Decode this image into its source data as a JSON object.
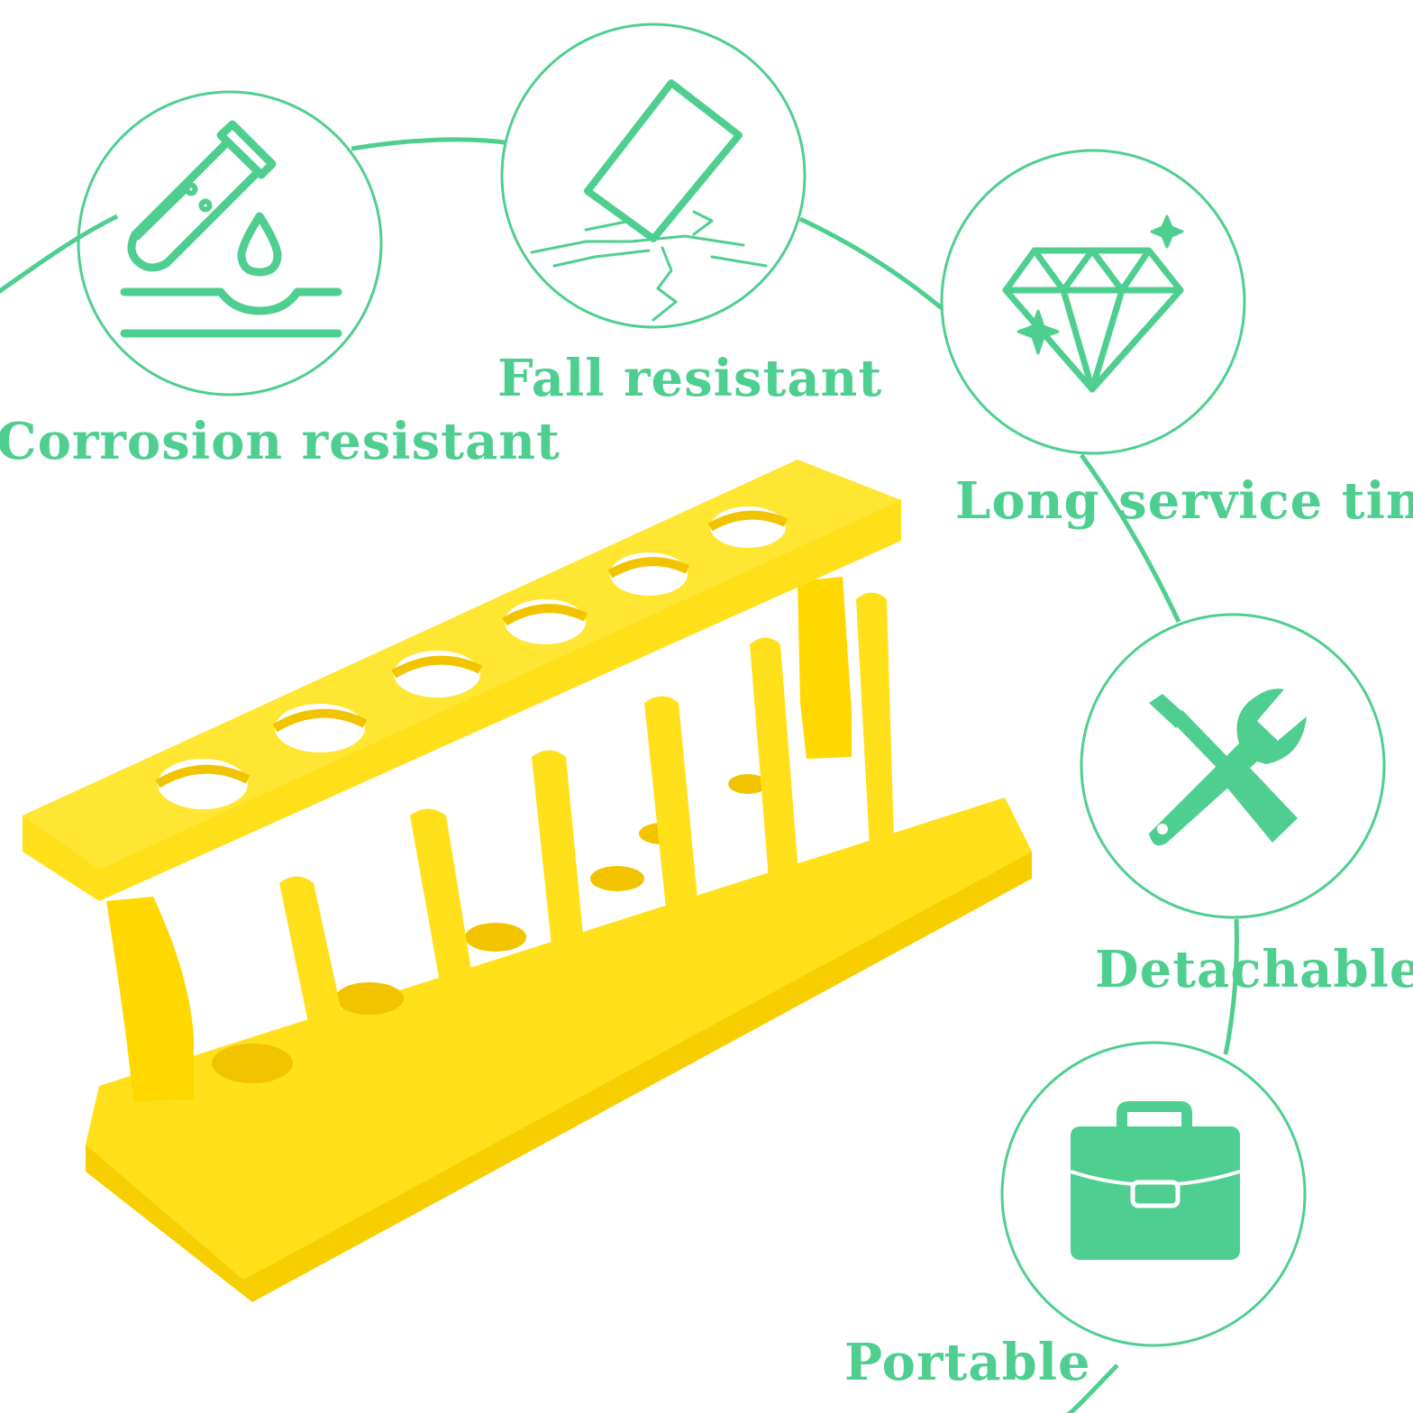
{
  "accent_color": "#4fcf8f",
  "product": {
    "name": "test-tube-rack",
    "color": "#ffe01a",
    "shadow_color": "#f2c400"
  },
  "features": [
    {
      "label": "Corrosion resistant",
      "icon": "test-tube-drop-icon"
    },
    {
      "label": "Fall resistant",
      "icon": "cracked-ground-icon"
    },
    {
      "label": "Long service time",
      "icon": "diamond-icon"
    },
    {
      "label": "Detachable",
      "icon": "wrench-screwdriver-icon"
    },
    {
      "label": "Portable",
      "icon": "briefcase-icon"
    }
  ]
}
